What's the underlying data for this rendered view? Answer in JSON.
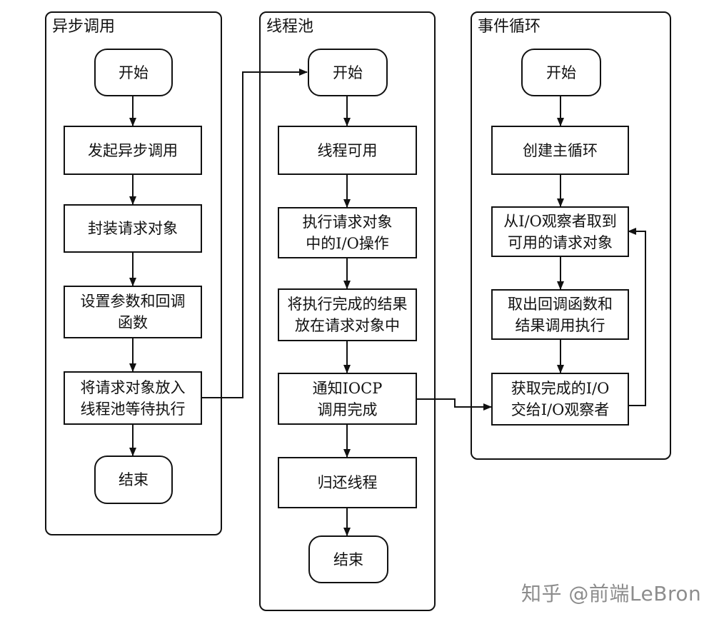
{
  "lanes": {
    "async": {
      "title": "异步调用",
      "start": "开始",
      "initiate": "发起异步调用",
      "wrap": "封装请求对象",
      "set_params": "设置参数和回调\n函数",
      "enqueue": "将请求对象放入\n线程池等待执行",
      "end": "结束"
    },
    "threadpool": {
      "title": "线程池",
      "start": "开始",
      "thread_available": "线程可用",
      "execute_io": "执行请求对象\n中的I/O操作",
      "store_result": "将执行完成的结果\n放在请求对象中",
      "notify_iocp": "通知IOCP\n调用完成",
      "return_thread": "归还线程",
      "end": "结束"
    },
    "eventloop": {
      "title": "事件循环",
      "start": "开始",
      "create_loop": "创建主循环",
      "fetch_request": "从I/O观察者取到\n可用的请求对象",
      "take_callback": "取出回调函数和\n结果调用执行",
      "get_completed": "获取完成的I/O\n交给I/O观察者"
    }
  },
  "watermark": "知乎 @前端LeBron"
}
